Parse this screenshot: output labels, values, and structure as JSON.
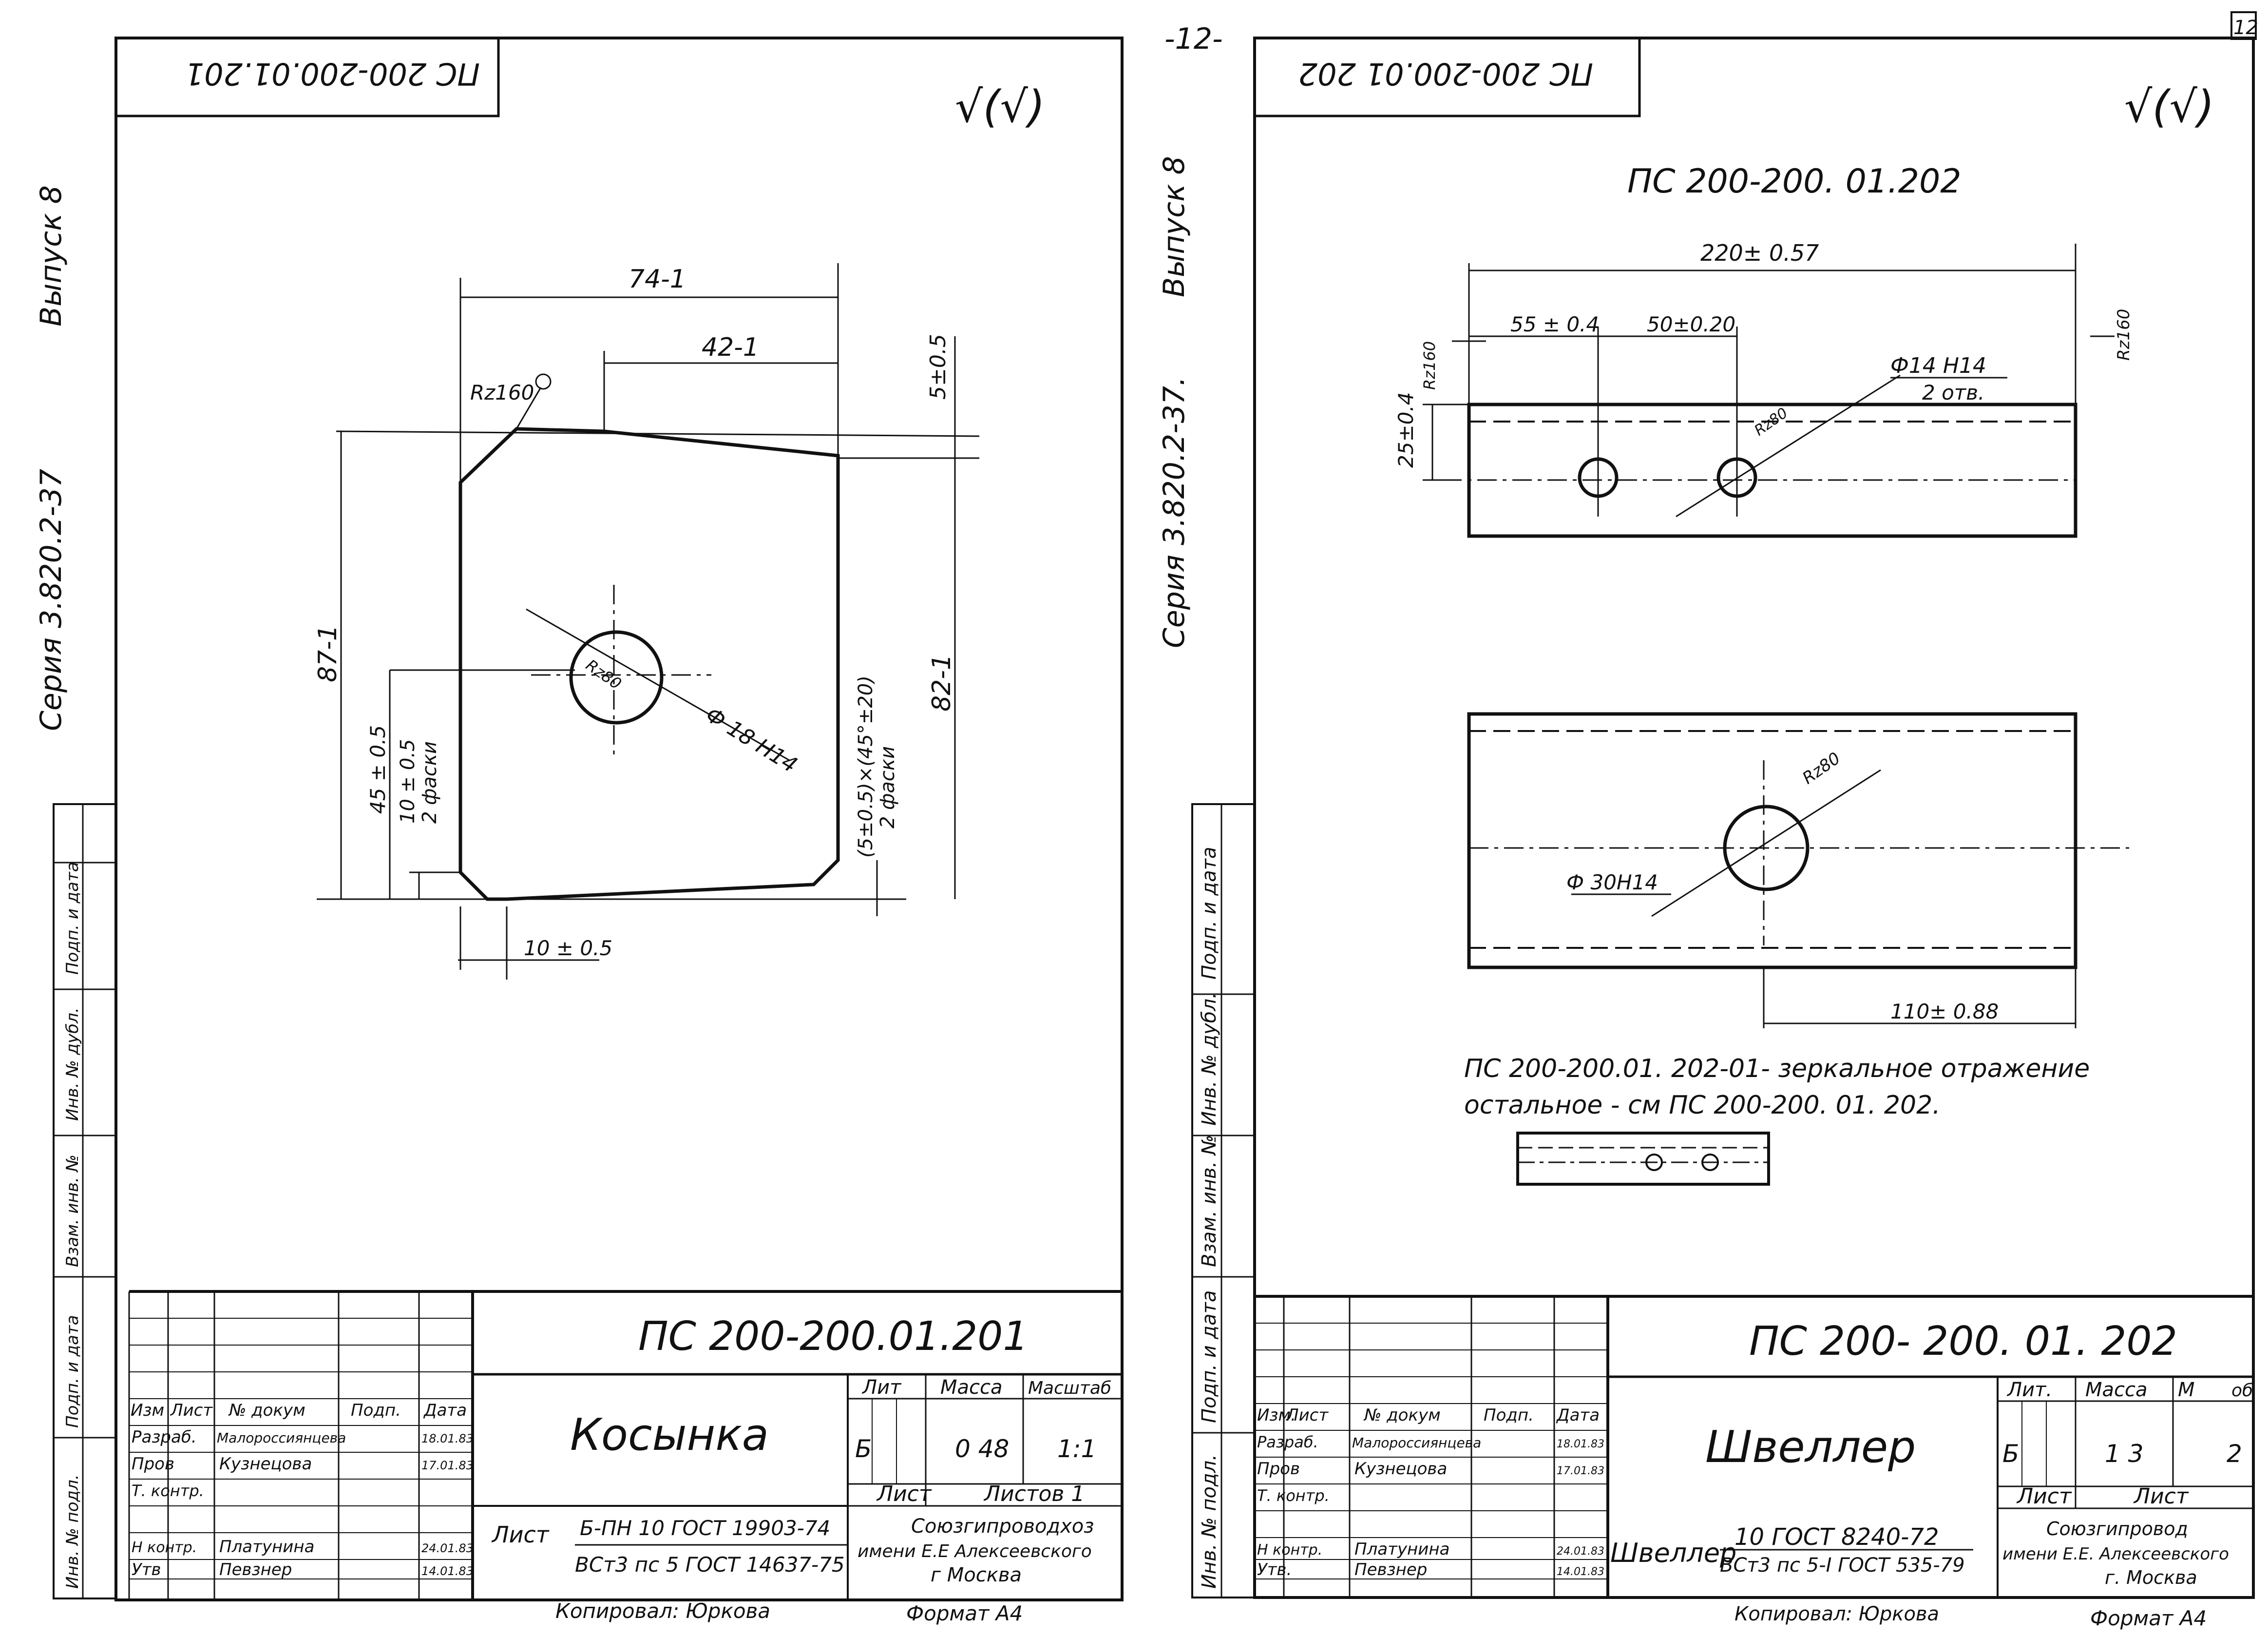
{
  "page_number": "-12-",
  "corner_mark": "12",
  "left_sheet": {
    "side_series": "Серия 3.820.2-37",
    "side_issue": "Выпуск 8",
    "mirrored_code": "ПС 200-200.01.201",
    "roughness": "√(√)",
    "dims": {
      "width_top": "74-1",
      "hole_pos_top": "42-1",
      "top_offset": "5±0.5",
      "roughness_rz": "Rz160",
      "height_total": "87-1",
      "hole_height": "45 ± 0.5",
      "left_chamfer": "10 ± 0.5",
      "left_chamfer_note": "2 фаски",
      "right_chamfer": "(5±0.5)×(45°±20)",
      "right_chamfer_note": "2 фаски",
      "right_height": "82-1",
      "bottom_chamfer": "10 ± 0.5",
      "hole_rz": "Rz80",
      "hole_diameter": "Ф 18 Н14"
    },
    "title_block": {
      "code": "ПС 200-200.01.201",
      "name": "Косынка",
      "headers": [
        "Изм",
        "Лист",
        "№ докум",
        "Подп.",
        "Дата"
      ],
      "rows": [
        {
          "role": "Разраб.",
          "name": "Малороссиянцева",
          "date": "18.01.83"
        },
        {
          "role": "Пров",
          "name": "Кузнецова",
          "date": "17.01.83"
        },
        {
          "role": "Т. контр.",
          "name": "",
          "date": ""
        },
        {
          "role": "",
          "name": "",
          "date": ""
        },
        {
          "role": "Н контр.",
          "name": "Платунина",
          "date": "24.01.83"
        },
        {
          "role": "Утв",
          "name": "Певзнер",
          "date": "14.01.83"
        }
      ],
      "lit_label": "Лит",
      "mass_label": "Масса",
      "scale_label": "Масштаб",
      "lit_value": "Б",
      "mass_value": "0 48",
      "scale_value": "1:1",
      "sheet_label": "Лист",
      "sheets_label": "Листов 1",
      "material_label": "Лист",
      "material_line1": "Б-ПН 10 ГОСТ 19903-74",
      "material_line2": "ВСт3 пс 5 ГОСТ  14637-75",
      "org_line1": "Союзгипроводхоз",
      "org_line2": "имени Е.Е Алексеевского",
      "org_line3": "г Москва",
      "copied": "Копировал: Юркова",
      "format": "Формат А4"
    }
  },
  "right_sheet": {
    "side_series": "Серия 3.820.2-37.",
    "side_issue": "Выпуск 8",
    "mirrored_code": "ПС 200-200.01 202",
    "roughness": "√(√)",
    "view_title": "ПС 200-200. 01.202",
    "dims": {
      "length": "220± 0.57",
      "hole1": "55 ± 0.4",
      "hole2": "50±0.20",
      "rz_right": "Rz160",
      "rz_left": "Rz160",
      "small_holes": "Ф14 Н14",
      "small_holes_count": "2 отв.",
      "height": "25±0.4",
      "small_rz": "Rz80",
      "big_rz": "Rz80",
      "big_hole": "Ф 30Н14",
      "big_hole_pos": "110± 0.88"
    },
    "note_line1": "ПС 200-200.01. 202-01- зеркальное  отражение",
    "note_line2": "остальное  -  см  ПС 200-200. 01. 202.",
    "title_block": {
      "code": "ПС 200- 200. 01. 202",
      "name": "Швеллер",
      "headers": [
        "Изм.",
        "Лист",
        "№ докум",
        "Подп.",
        "Дата"
      ],
      "rows": [
        {
          "role": "Разраб.",
          "name": "Малороссиянцева",
          "date": "18.01.83"
        },
        {
          "role": "Пров",
          "name": "Кузнецова",
          "date": "17.01.83"
        },
        {
          "role": "Т. контр.",
          "name": "",
          "date": ""
        },
        {
          "role": "",
          "name": "",
          "date": ""
        },
        {
          "role": "Н контр.",
          "name": "Платунина",
          "date": "24.01.83"
        },
        {
          "role": "Утв.",
          "name": "Певзнер",
          "date": "14.01.83"
        }
      ],
      "lit_label": "Лит.",
      "mass_label": "Масса",
      "scale_label": "М",
      "scale_label_tail": "об",
      "lit_value": "Б",
      "mass_value": "1 3",
      "scale_value": "2",
      "sheet_label": "Лист",
      "sheets_label": "Лист",
      "material_label": "Швеллер",
      "material_line1": "10 ГОСТ  8240-72",
      "material_line2": "ВСт3 пс 5-I ГОСТ 535-79",
      "org_line1": "Союзгипровод",
      "org_line2": "имени Е.Е. Алексеевского",
      "org_line3": "г. Москва",
      "copied": "Копировал: Юркова",
      "format": "Формат А4"
    }
  },
  "stamp_labels": [
    "Подп. и дата",
    "Инв. № дубл.",
    "Взам. инв. №",
    "Подп. и дата",
    "Инв. № подл."
  ]
}
